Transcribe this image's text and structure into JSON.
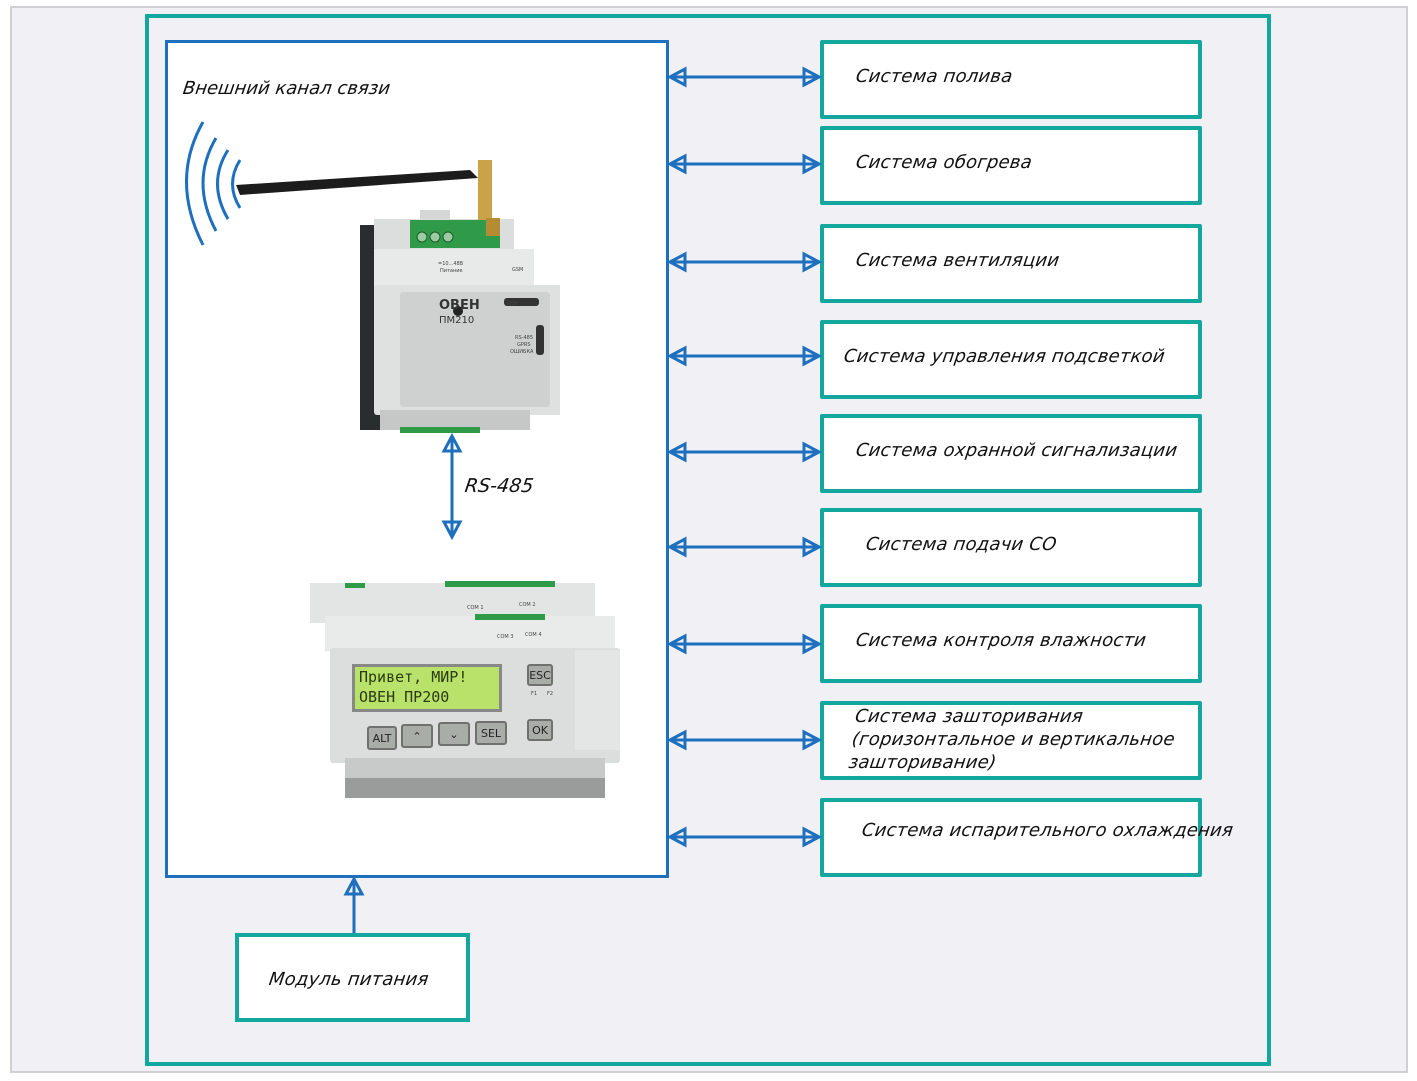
{
  "diagram": {
    "external_channel_label": "Внешний канал связи",
    "bus_label": "RS-485",
    "power_module_label": "Модуль питания",
    "systems": [
      {
        "label": "Система полива"
      },
      {
        "label": "Система обогрева"
      },
      {
        "label": "Система вентиляции"
      },
      {
        "label": "Система управления подсветкой"
      },
      {
        "label": "Система охранной сигнализации"
      },
      {
        "label": "Система подачи СО"
      },
      {
        "label": "Система контроля влажности"
      },
      {
        "label": "Система зашторивания (горизонтальное и вертикальное зашторивание)"
      },
      {
        "label": "Система испарительного охлаждения"
      }
    ],
    "gsm_module": {
      "brand": "ОВЕН",
      "model": "ПМ210",
      "power_label": "=10...48В",
      "power_caption": "Питание",
      "antenna_caption": "GSM",
      "indicators": [
        "GSM",
        "RS-485",
        "GPRS",
        "ОШИБКА"
      ]
    },
    "controller": {
      "lcd_line1": "Привет, МИР!",
      "lcd_line2": "ОВЕН ПР200",
      "keys": {
        "esc": "ESC",
        "ok": "OK",
        "alt": "ALT",
        "up": "⌃",
        "down": "⌄",
        "sel": "SEL"
      },
      "fn_labels": [
        "F1",
        "F2"
      ],
      "terminal_labels": [
        "COM 1",
        "COM 2",
        "COM 3",
        "COM 4"
      ]
    }
  },
  "colors": {
    "frame": "#12a89e",
    "connector": "#1e6fbd",
    "background": "#f0f0f5"
  }
}
